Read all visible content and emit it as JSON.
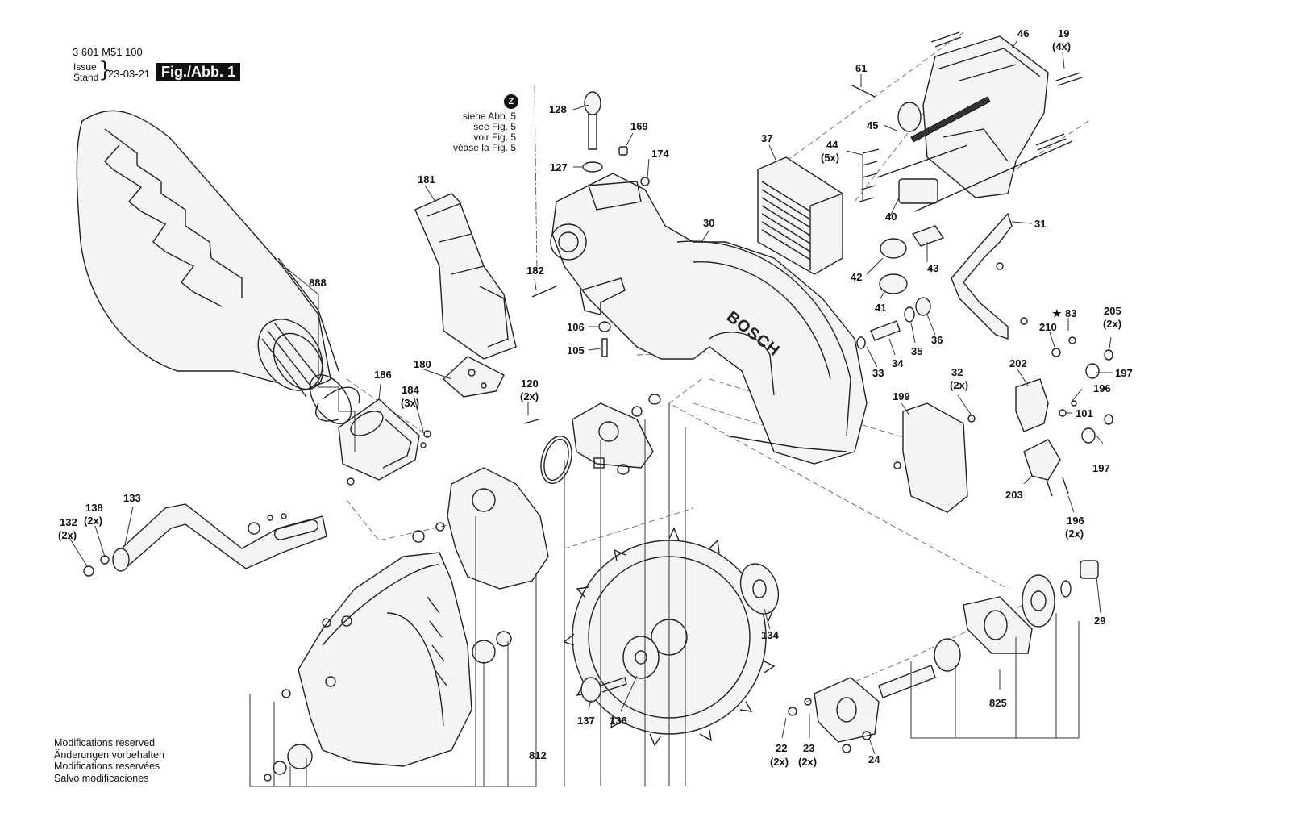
{
  "header": {
    "document_number": "3 601 M51 100",
    "issue_label": "Issue",
    "stand_label": "Stand",
    "date": "23-03-21",
    "figure_label": "Fig./Abb. 1"
  },
  "see_reference": {
    "badge": "Z",
    "lines": [
      "siehe Abb. 5",
      "see Fig. 5",
      "voir Fig. 5",
      "véase la Fig. 5"
    ]
  },
  "brand_text": "BOSCH",
  "footer_notes": [
    "Modifications reserved",
    "Änderungen vorbehalten",
    "Modifications reservées",
    "Salvo modificaciones"
  ],
  "callouts": {
    "c46": "46",
    "c19": "19",
    "c19q": "(4x)",
    "c61": "61",
    "c128": "128",
    "c169": "169",
    "c174": "174",
    "c127": "127",
    "c45": "45",
    "c37": "37",
    "c44": "44",
    "c44q": "(5x)",
    "c40": "40",
    "c181": "181",
    "c30": "30",
    "c31": "31",
    "c888": "888",
    "c182": "182",
    "c42": "42",
    "c43": "43",
    "c41": "41",
    "c106": "106",
    "c105": "105",
    "c83": "83",
    "c205": "205",
    "c205q": "(2x)",
    "c210": "210",
    "c34": "34",
    "c35": "35",
    "c36": "36",
    "c33": "33",
    "c180": "180",
    "c186": "186",
    "c184": "184",
    "c184q": "(3x)",
    "c120": "120",
    "c120q": "(2x)",
    "c32": "32",
    "c32q": "(2x)",
    "c202": "202",
    "c197a": "197",
    "c196a": "196",
    "c101": "101",
    "c199": "199",
    "c197b": "197",
    "c203": "203",
    "c196b": "196",
    "c196bq": "(2x)",
    "c133": "133",
    "c138": "138",
    "c138q": "(2x)",
    "c132": "132",
    "c132q": "(2x)",
    "c29": "29",
    "c134": "134",
    "c137": "137",
    "c136": "136",
    "c825": "825",
    "c812": "812",
    "c22": "22",
    "c22q": "(2x)",
    "c23": "23",
    "c23q": "(2x)",
    "c24": "24"
  }
}
